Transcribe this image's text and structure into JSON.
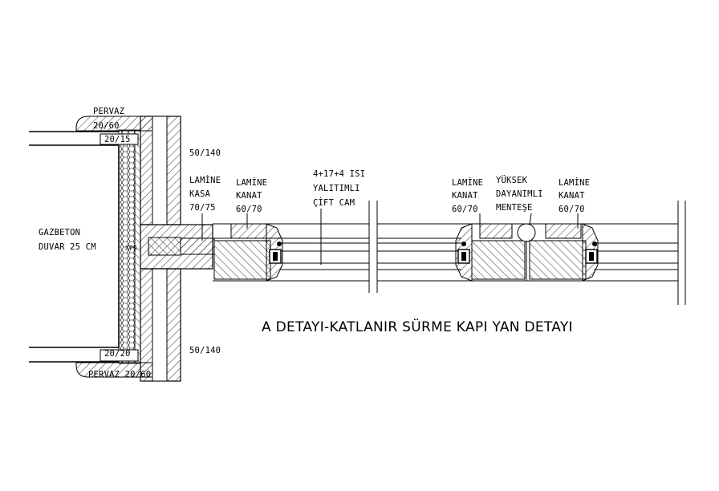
{
  "title": "A DETAYI-KATLANIR SÜRME KAPI YAN  DETAYI",
  "labels": {
    "pervaz_top": "PERVAZ",
    "pervaz_top_dim": "20/60",
    "dim_20_15": "20/15",
    "wall": [
      "GAZBETON",
      "DUVAR 25 CM"
    ],
    "xps": "XPS",
    "dim_50_140_top": "50/140",
    "dim_50_140_bottom": "50/140",
    "lamine_kasa": [
      "LAMİNE",
      "KASA",
      "70/75"
    ],
    "lamine_kanat_1": [
      "LAMİNE",
      "KANAT",
      "60/70"
    ],
    "glass": [
      "4+17+4 ISI",
      "YALITIMLI",
      "ÇİFT CAM"
    ],
    "lamine_kanat_2": [
      "LAMİNE",
      "KANAT",
      "60/70"
    ],
    "hinge": [
      "YÜKSEK",
      "DAYANIMLI",
      "MENTEŞE"
    ],
    "lamine_kanat_3": [
      "LAMİNE",
      "KANAT",
      "60/70"
    ],
    "dim_20_20": "20/20",
    "pervaz_bottom": "PERVAZ 20/60"
  }
}
